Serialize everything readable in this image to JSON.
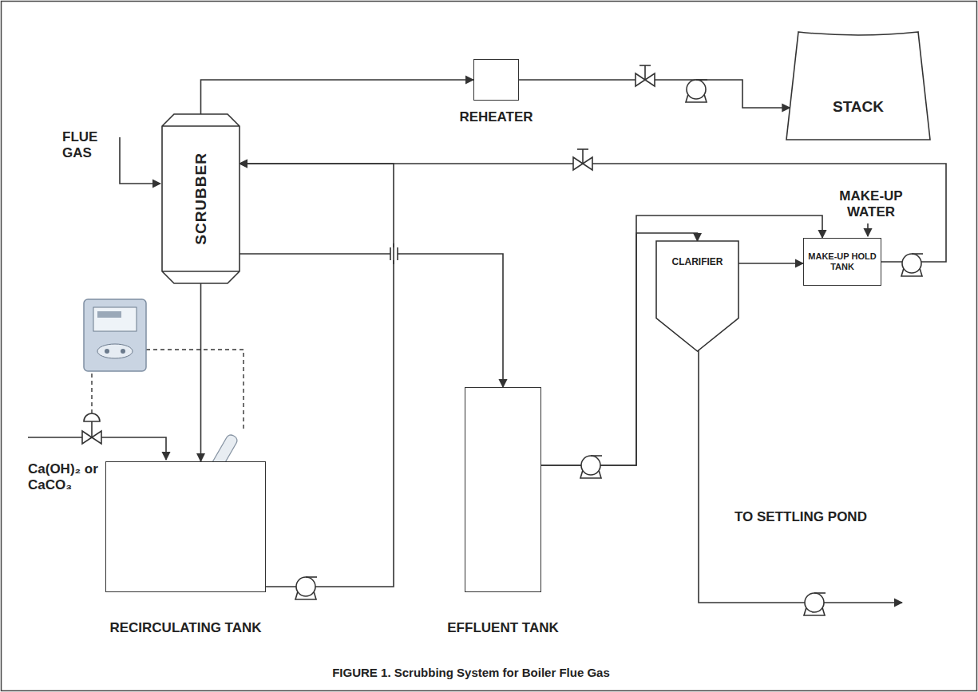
{
  "diagram": {
    "caption": "FIGURE 1. Scrubbing System for Boiler Flue Gas",
    "nodes": [
      {
        "text": [
          "SCRUBBER"
        ]
      },
      {
        "text": [
          "REHEATER"
        ]
      },
      {
        "text": [
          "STACK"
        ]
      },
      {
        "text": [
          "CLARIFIER"
        ]
      },
      {
        "text": [
          "MAKE-UP HOLD TANK"
        ]
      },
      {
        "text": [
          "RECIRCULATING TANK"
        ]
      },
      {
        "text": [
          "EFFLUENT TANK"
        ]
      }
    ],
    "edges": [
      {
        "from": 0,
        "to": 1,
        "arrow": "to"
      },
      {
        "from": 1,
        "to": 2,
        "arrow": "to"
      },
      {
        "from": 0,
        "to": 5,
        "arrow": "to"
      },
      {
        "from": 5,
        "to": 0,
        "arrow": "to"
      },
      {
        "from": 4,
        "to": 0,
        "arrow": "to"
      },
      {
        "from": 0,
        "to": 6,
        "arrow": "to"
      },
      {
        "from": 6,
        "to": 3,
        "arrow": "to"
      },
      {
        "from": 6,
        "to": 4,
        "arrow": "to"
      },
      {
        "from": 3,
        "to": 4,
        "arrow": "to"
      }
    ],
    "labels": [
      "FLUE GAS",
      "MAKE-UP WATER",
      "Ca(OH)₂ or CaCO₃",
      "TO SETTLING POND"
    ]
  }
}
